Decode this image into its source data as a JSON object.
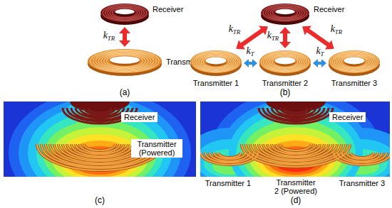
{
  "diagram": {
    "nodes": [
      {
        "text": [
          "Receiver"
        ]
      },
      {
        "text": [
          "Transmitter"
        ]
      },
      {
        "text": [
          "Receiver"
        ]
      },
      {
        "text": [
          "Transmitter 1"
        ]
      },
      {
        "text": [
          "Transmitter 2"
        ]
      },
      {
        "text": [
          "Transmitter 3"
        ]
      },
      {
        "text": [
          "Receiver"
        ]
      },
      {
        "text": [
          "Transmitter (Powered)"
        ]
      },
      {
        "text": [
          "Receiver"
        ]
      }
    ],
    "edges": [
      {
        "from": 0,
        "to": 1,
        "label": "kTR",
        "arrow": "both"
      },
      {
        "from": 3,
        "to": 2,
        "label": "kTR",
        "arrow": "both"
      },
      {
        "from": 4,
        "to": 2,
        "label": "kTR",
        "arrow": "both"
      },
      {
        "from": 5,
        "to": 2,
        "label": "kTR",
        "arrow": "both"
      },
      {
        "from": 3,
        "to": 4,
        "label": "kT",
        "arrow": "both"
      },
      {
        "from": 4,
        "to": 5,
        "label": "kT",
        "arrow": "both"
      }
    ],
    "labels": [
      "(a)",
      "(b)",
      "(c)",
      "(d)",
      "Transmitter 1",
      "Transmitter 2 (Powered)",
      "Transmitter 3"
    ]
  }
}
